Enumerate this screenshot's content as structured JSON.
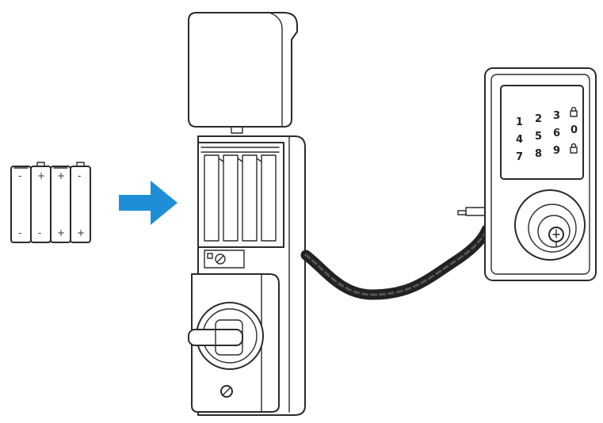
{
  "colors": {
    "line": "#2b2b2b",
    "arrow": "#1e8fd6",
    "cable": "#222222",
    "background": "#ffffff"
  },
  "batteries": {
    "count": 4,
    "terminal_marks": [
      "-",
      "+",
      "+",
      "-"
    ],
    "bottom_marks": [
      "-",
      "-",
      "+",
      "+"
    ]
  },
  "arrow": {
    "icon": "right-arrow-icon"
  },
  "keypad": {
    "keys": [
      [
        "1",
        "2",
        "3",
        "lock"
      ],
      [
        "4",
        "5",
        "6",
        "0"
      ],
      [
        "7",
        "8",
        "9",
        "lock"
      ]
    ]
  }
}
